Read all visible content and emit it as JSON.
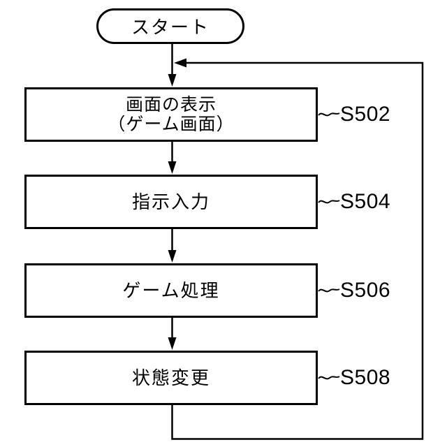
{
  "diagram": {
    "type": "flowchart",
    "colors": {
      "stroke": "#000000",
      "background": "#ffffff",
      "box_fill": "#ffffff",
      "text": "#000000"
    },
    "start": {
      "label": "スタート"
    },
    "steps": [
      {
        "ref": "S502",
        "lines": [
          "画面の表示",
          "（ゲーム画面）"
        ]
      },
      {
        "ref": "S504",
        "lines": [
          "指示入力"
        ]
      },
      {
        "ref": "S506",
        "lines": [
          "ゲーム処理"
        ]
      },
      {
        "ref": "S508",
        "lines": [
          "状態変更"
        ]
      }
    ],
    "edges": [
      {
        "from": "start",
        "to": "S502"
      },
      {
        "from": "S502",
        "to": "S504"
      },
      {
        "from": "S504",
        "to": "S506"
      },
      {
        "from": "S506",
        "to": "S508"
      },
      {
        "from": "S508",
        "to": "S502",
        "type": "loop-back"
      }
    ]
  }
}
